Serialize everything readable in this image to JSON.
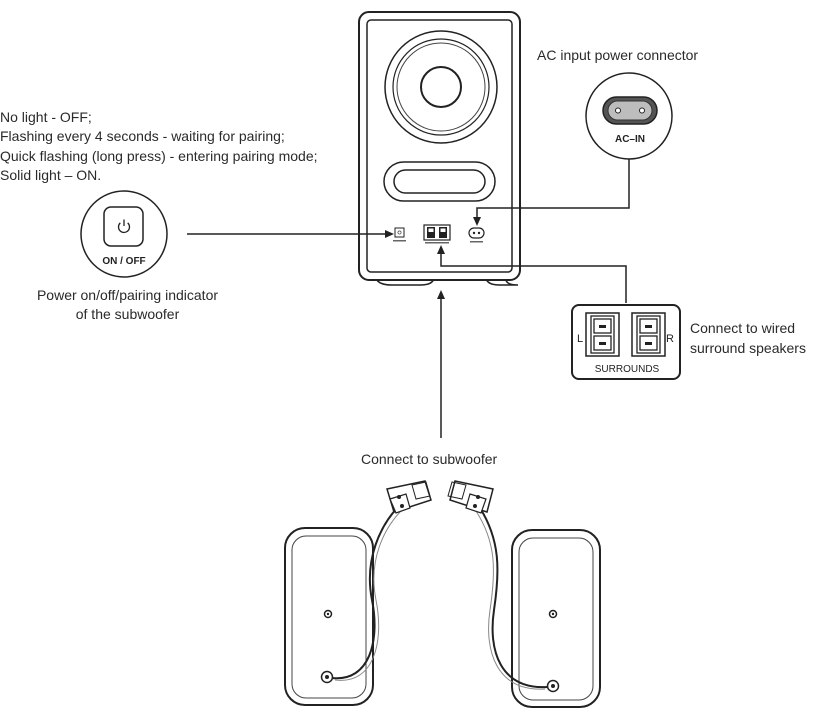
{
  "status_lines": [
    "No light - OFF;",
    "Flashing every 4 seconds - waiting for pairing;",
    "Quick flashing (long press) - entering pairing mode;",
    "Solid light – ON."
  ],
  "power_button": {
    "label": "ON / OFF",
    "caption_line1": "Power on/off/pairing indicator",
    "caption_line2": "of the subwoofer"
  },
  "ac_input": {
    "caption": "AC input power connector",
    "port_label": "AC–IN"
  },
  "surrounds": {
    "label": "SURROUNDS",
    "left": "L",
    "right": "R",
    "caption_line1": "Connect to wired",
    "caption_line2": "surround speakers"
  },
  "subwoofer_link": {
    "caption": "Connect to subwoofer"
  }
}
